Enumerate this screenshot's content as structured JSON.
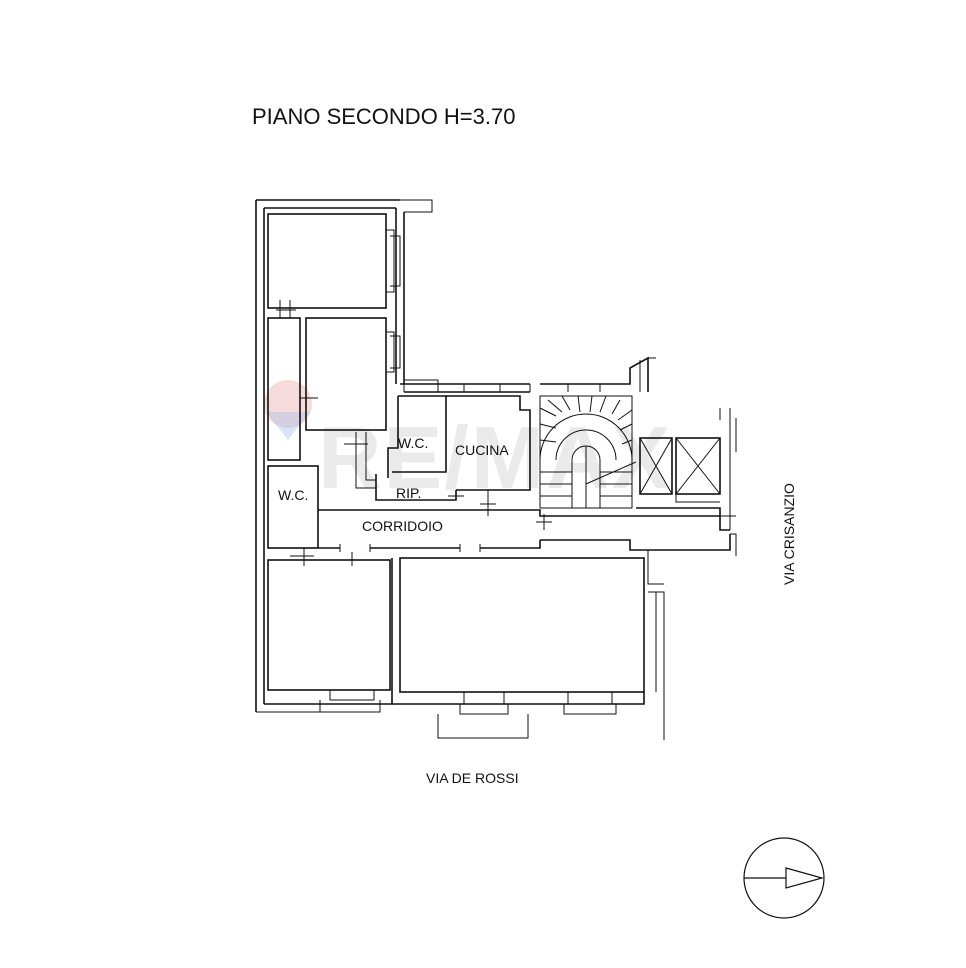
{
  "plan": {
    "title": "PIANO SECONDO H=3.70",
    "rooms": {
      "wc_upper": "W.C.",
      "cucina": "CUCINA",
      "rip": "RIP.",
      "wc_left": "W.C.",
      "corridoio": "CORRIDOIO"
    },
    "streets": {
      "bottom": "VIA DE ROSSI",
      "right": "VIA CRISANZIO"
    },
    "watermark": {
      "text": "RE/MAX",
      "color": "#d9d9d9"
    },
    "compass": {
      "icon": "north-arrow-icon"
    }
  }
}
